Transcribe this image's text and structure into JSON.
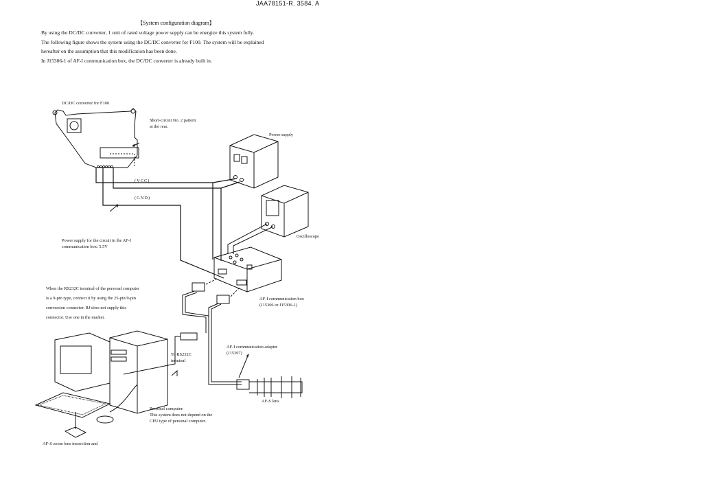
{
  "header": {
    "doc_number": "JAA78151-R. 3584. A"
  },
  "title": "【System configuration diagram】",
  "paragraphs": [
    "By using the DC/DC converter, 1 unit of rated voltage power supply can be energize this system fully.",
    "The following figure shows the system using the DC/DC converter for F100.  The system will be explained",
    "hereafter on the assumption that this modification has been done.",
    "In J15306-1 of AF-I communication box, the DC/DC converter is already built in."
  ],
  "diagram": {
    "dcdc_converter": "DC/DC converter for F100",
    "short_circuit": [
      "Short-circuit No. 2 pattern",
      "at the rear."
    ],
    "power_supply": "Power supply",
    "vcc": "(VCC)",
    "gnd": "(GND)",
    "circuit_power": [
      "Power supply for the circuit in the AF-I",
      "communication box: 5.5V"
    ],
    "oscilloscope": "Oscilloscope",
    "rs232c_note": [
      "When the RS232C terminal of the personal computer",
      "is a 9-pin type, connect it by using the 25-pin/9-pin",
      "conversion connector.  RJ does not supply this",
      "connector.  Use one in the market."
    ],
    "comm_box": [
      "AF-I communication box",
      "(J15306 or J15306-1)"
    ],
    "comm_adapter": [
      "AF-I communication adapter",
      "(J15307)"
    ],
    "to_rs232c": [
      "To RS232C",
      "terminal"
    ],
    "afs_lens": "AF-S lens",
    "personal_computer": [
      "Personal computer:",
      "This system does not depend on the",
      "CPU type of personal computer."
    ],
    "footer_cut": "AF-S zoom lens inspection and"
  }
}
